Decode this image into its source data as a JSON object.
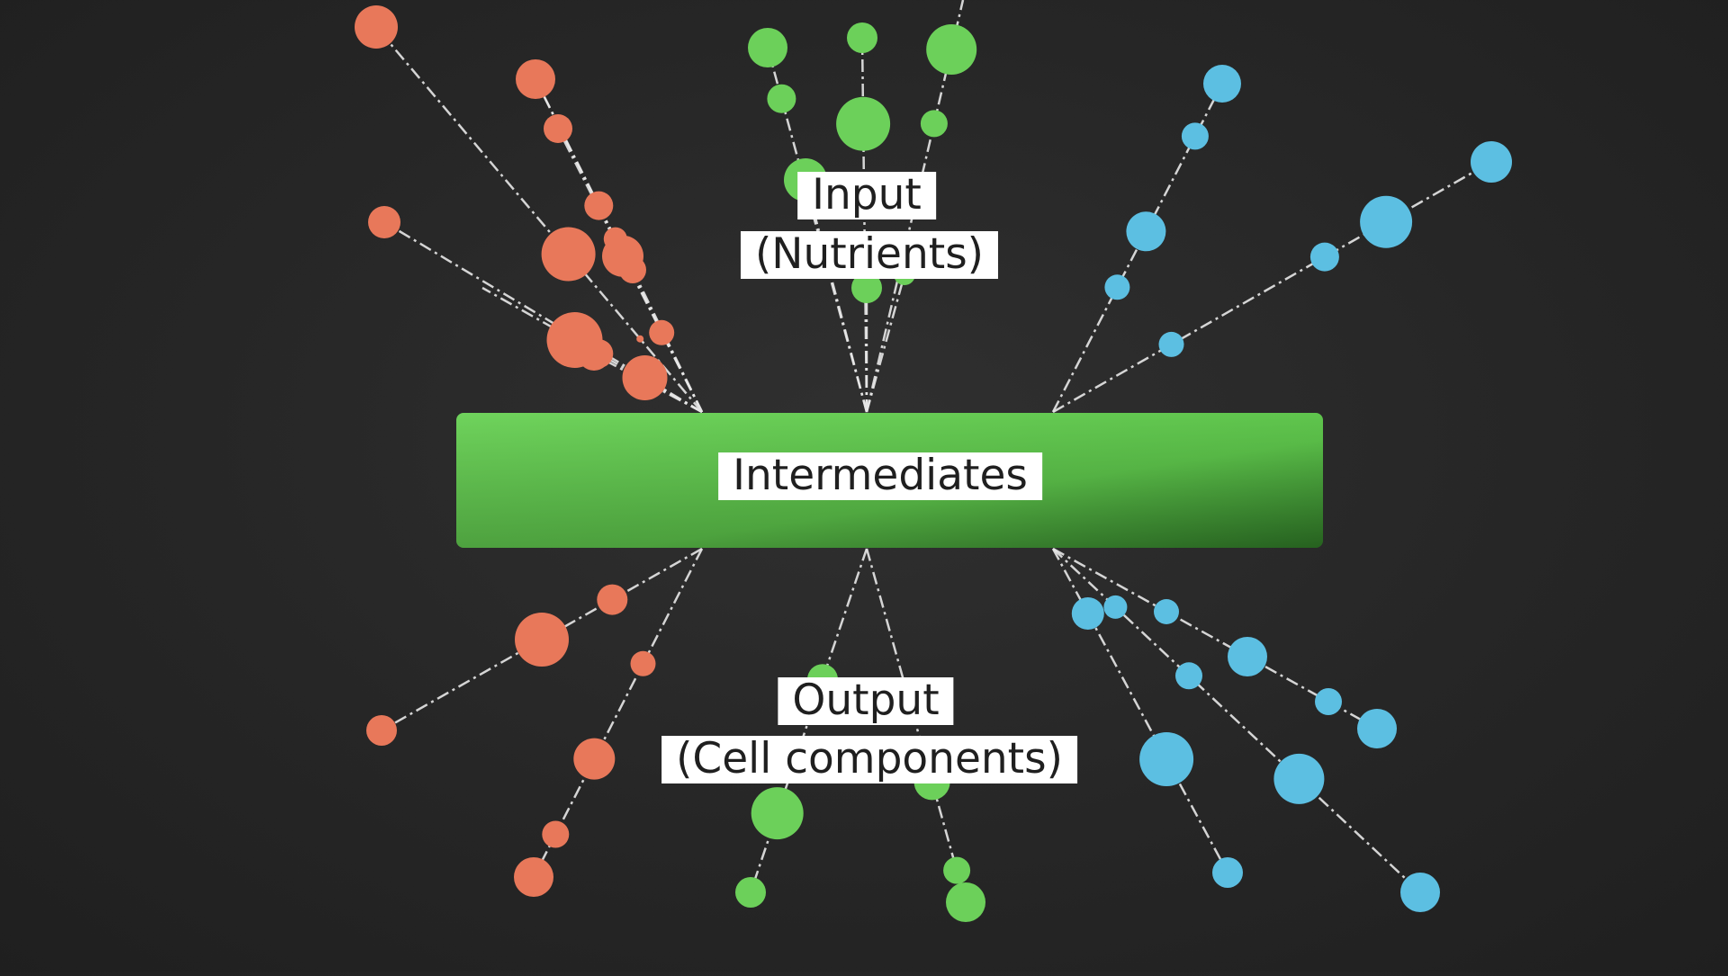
{
  "labels": {
    "input": "Input",
    "input_sub": "(Nutrients)",
    "intermediates": "Intermediates",
    "output": "Output",
    "output_sub": "(Cell components)"
  },
  "colors": {
    "background": "#262626",
    "orange": "#e8785a",
    "green": "#6cd05a",
    "blue": "#5cbfe2",
    "bar_light": "#6ccf58",
    "bar_dark": "#2f7a28",
    "line": "#e8e8e8",
    "label_bg": "#ffffff",
    "label_text": "#1f1f1f"
  }
}
